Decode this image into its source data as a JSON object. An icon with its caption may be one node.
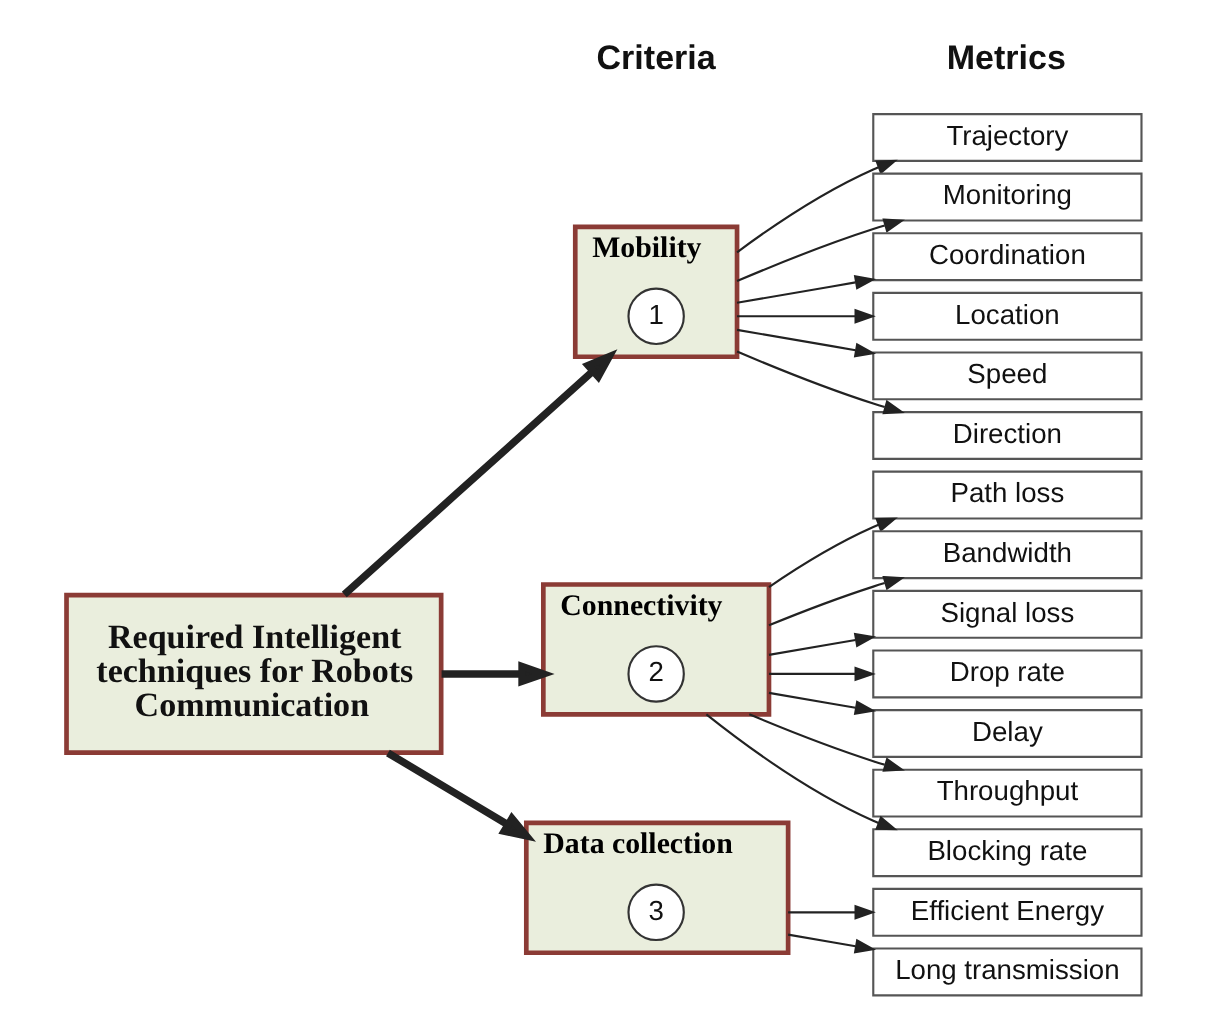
{
  "diagram": {
    "nodes": [
      {
        "text": [
          "Required Intelligent techniques for Robots Communication"
        ]
      },
      {
        "text": [
          "Mobility"
        ]
      },
      {
        "text": [
          "1"
        ],
        "in": 1
      },
      {
        "text": [
          "Trajectory"
        ]
      },
      {
        "text": [
          "Monitoring"
        ]
      },
      {
        "text": [
          "Coordination"
        ]
      },
      {
        "text": [
          "Location"
        ]
      },
      {
        "text": [
          "Speed"
        ]
      },
      {
        "text": [
          "Direction"
        ]
      },
      {
        "text": [
          "Connectivity"
        ]
      },
      {
        "text": [
          "2"
        ],
        "in": 9
      },
      {
        "text": [
          "Path loss"
        ]
      },
      {
        "text": [
          "Bandwidth"
        ]
      },
      {
        "text": [
          "Signal loss"
        ]
      },
      {
        "text": [
          "Drop rate"
        ]
      },
      {
        "text": [
          "Delay"
        ]
      },
      {
        "text": [
          "Throughput"
        ]
      },
      {
        "text": [
          "Blocking rate"
        ]
      },
      {
        "text": [
          "Data collection"
        ]
      },
      {
        "text": [
          "3"
        ],
        "in": 18
      },
      {
        "text": [
          "Efficient Energy"
        ]
      },
      {
        "text": [
          "Long transmission"
        ]
      }
    ],
    "edges": [
      {
        "from": 0,
        "to": 1,
        "arrow": "to",
        "style": "thick"
      },
      {
        "from": 0,
        "to": 9,
        "arrow": "to",
        "style": "thick"
      },
      {
        "from": 0,
        "to": 18,
        "arrow": "to",
        "style": "thick"
      },
      {
        "from": 1,
        "to": 3,
        "arrow": "to"
      },
      {
        "from": 1,
        "to": 4,
        "arrow": "to"
      },
      {
        "from": 1,
        "to": 5,
        "arrow": "to"
      },
      {
        "from": 1,
        "to": 6,
        "arrow": "to"
      },
      {
        "from": 1,
        "to": 7,
        "arrow": "to"
      },
      {
        "from": 1,
        "to": 8,
        "arrow": "to"
      },
      {
        "from": 9,
        "to": 11,
        "arrow": "to"
      },
      {
        "from": 9,
        "to": 12,
        "arrow": "to"
      },
      {
        "from": 9,
        "to": 13,
        "arrow": "to"
      },
      {
        "from": 9,
        "to": 14,
        "arrow": "to"
      },
      {
        "from": 9,
        "to": 15,
        "arrow": "to"
      },
      {
        "from": 9,
        "to": 16,
        "arrow": "to"
      },
      {
        "from": 9,
        "to": 17,
        "arrow": "to"
      },
      {
        "from": 18,
        "to": 20,
        "arrow": "to"
      },
      {
        "from": 18,
        "to": 21,
        "arrow": "to"
      }
    ],
    "labels": [
      "Criteria",
      "Metrics"
    ]
  }
}
